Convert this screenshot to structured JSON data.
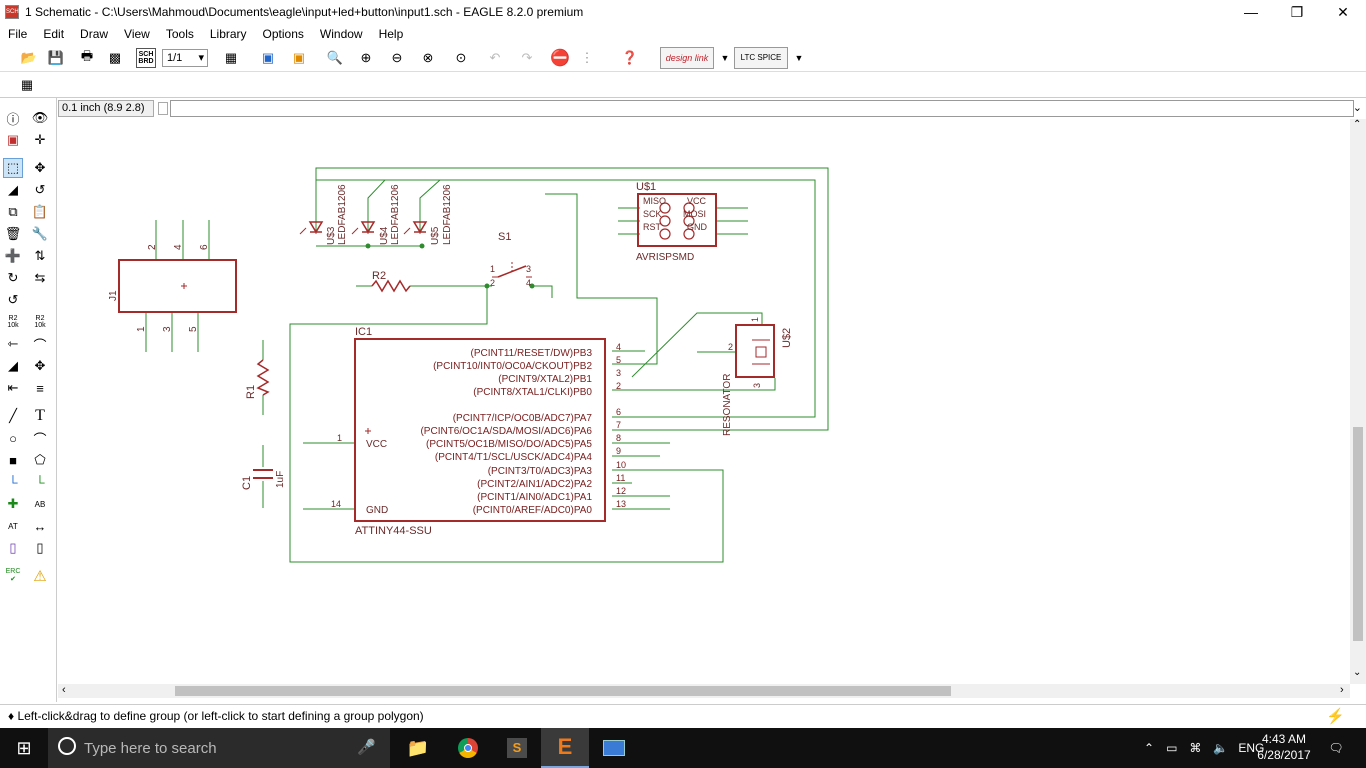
{
  "window": {
    "title": "1 Schematic - C:\\Users\\Mahmoud\\Documents\\eagle\\input+led+button\\input1.sch - EAGLE 8.2.0 premium",
    "icon_label": "SCH",
    "controls": [
      "minimize-icon",
      "restore-icon",
      "close-icon"
    ]
  },
  "menu": [
    "File",
    "Edit",
    "Draw",
    "View",
    "Tools",
    "Library",
    "Options",
    "Window",
    "Help"
  ],
  "toolbar": {
    "sheet_select": "1/1",
    "sch_brd_label": "SCH BRD",
    "design_link_label": "design link",
    "ltspice_label": "LTC SPICE"
  },
  "command": {
    "coordinate": "0.1 inch (8.9 2.8)",
    "input_value": ""
  },
  "left_tools": [
    "info-icon",
    "eye-icon",
    "layers-icon",
    "mark-icon",
    "group-icon",
    "move-icon",
    "mirror-icon",
    "rotate-icon",
    "copy-icon",
    "paste-icon",
    "delete-icon",
    "change-icon",
    "add-icon",
    "replace-icon",
    "gate-swap-icon",
    "pin-swap-icon",
    "name-icon",
    "value-icon",
    "split-icon",
    "miter-icon",
    "smash-icon",
    "invoke-icon",
    "line-icon",
    "text-icon",
    "circle-icon",
    "arc-icon",
    "rect-icon",
    "polygon-icon",
    "net-icon",
    "bus-icon",
    "junction-icon",
    "label-icon",
    "attribute-icon",
    "dimension-icon",
    "frame-icon",
    "module-icon",
    "erc-icon",
    "warning-icon"
  ],
  "left_tool_labels": {
    "name_tool": "R2",
    "name_tool_sub": "10k",
    "erc": "ERC",
    "label_ab": "AB",
    "attr_at": "AT"
  },
  "schematic": {
    "j1": {
      "name": "J1",
      "pins_top": [
        "2",
        "4",
        "6"
      ],
      "pins_bottom": [
        "1",
        "3",
        "5"
      ]
    },
    "leds": [
      {
        "name": "U$3",
        "value": "LEDFAB1206"
      },
      {
        "name": "U$4",
        "value": "LEDFAB1206"
      },
      {
        "name": "U$5",
        "value": "LEDFAB1206"
      }
    ],
    "switch": {
      "name": "S1",
      "pins": [
        "1",
        "2",
        "3",
        "4"
      ]
    },
    "r2": {
      "name": "R2"
    },
    "r1": {
      "name": "R1"
    },
    "c1": {
      "name": "C1",
      "value": "1uF"
    },
    "avr": {
      "name": "U$1",
      "value": "AVRISPSMD",
      "pins": [
        "MISO",
        "VCC",
        "SCK",
        "MOSI",
        "RST",
        "GND"
      ]
    },
    "resonator": {
      "name": "U$2",
      "value": "RESONATOR",
      "pins": [
        "1",
        "2",
        "3"
      ]
    },
    "ic1": {
      "name": "IC1",
      "value": "ATTINY44-SSU",
      "left_pins": [
        {
          "num": "1",
          "label": "VCC"
        },
        {
          "num": "14",
          "label": "GND"
        }
      ],
      "right_pins": [
        {
          "num": "4",
          "label": "(PCINT11/RESET/DW)PB3"
        },
        {
          "num": "5",
          "label": "(PCINT10/INT0/OC0A/CKOUT)PB2"
        },
        {
          "num": "3",
          "label": "(PCINT9/XTAL2)PB1"
        },
        {
          "num": "2",
          "label": "(PCINT8/XTAL1/CLKI)PB0"
        },
        {
          "num": "6",
          "label": "(PCINT7/ICP/OC0B/ADC7)PA7"
        },
        {
          "num": "7",
          "label": "(PCINT6/OC1A/SDA/MOSI/ADC6)PA6"
        },
        {
          "num": "8",
          "label": "(PCINT5/OC1B/MISO/DO/ADC5)PA5"
        },
        {
          "num": "9",
          "label": "(PCINT4/T1/SCL/USCK/ADC4)PA4"
        },
        {
          "num": "10",
          "label": "(PCINT3/T0/ADC3)PA3"
        },
        {
          "num": "11",
          "label": "(PCINT2/AIN1/ADC2)PA2"
        },
        {
          "num": "12",
          "label": "(PCINT1/AIN0/ADC1)PA1"
        },
        {
          "num": "13",
          "label": "(PCINT0/AREF/ADC0)PA0"
        }
      ]
    }
  },
  "status": {
    "message": "♦ Left-click&drag to define group (or left-click to start defining a group polygon)"
  },
  "taskbar": {
    "search_placeholder": "Type here to search",
    "apps": [
      "file-explorer-icon",
      "chrome-icon",
      "sublime-icon",
      "eagle-icon",
      "photos-icon"
    ],
    "language": "ENG",
    "time": "4:43 AM",
    "date": "6/28/2017"
  },
  "colors": {
    "net": "#2e8b2e",
    "symbol": "#a52a2a",
    "pin_text": "#7a2020",
    "junction": "#2e8b2e",
    "taskbar": "#101010"
  }
}
